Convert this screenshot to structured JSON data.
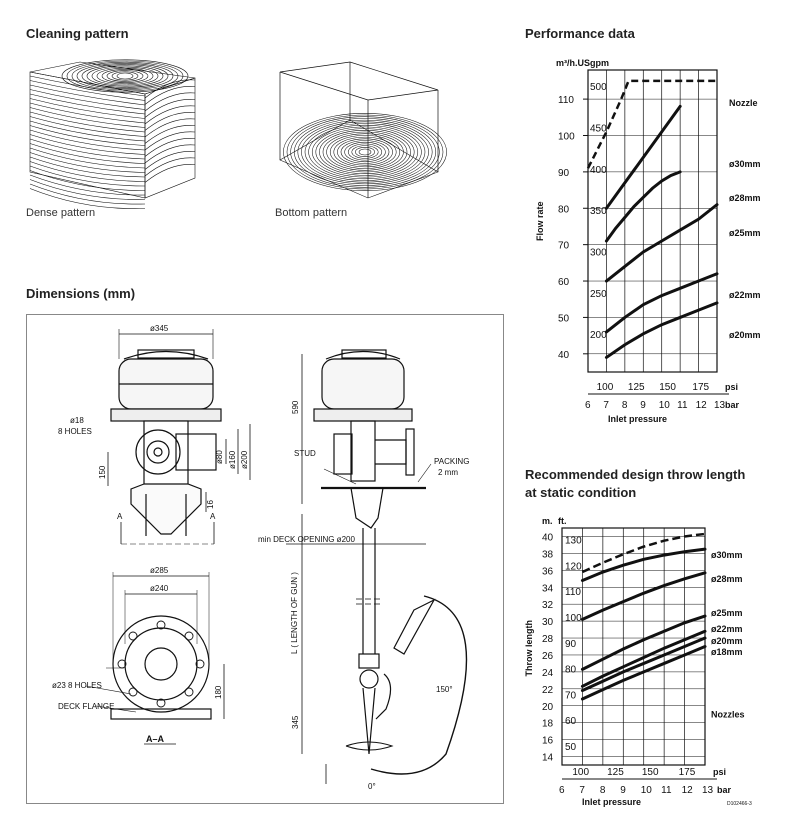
{
  "sections": {
    "cleaning_pattern": "Cleaning pattern",
    "dense_caption": "Dense pattern",
    "bottom_caption": "Bottom pattern",
    "dimensions": "Dimensions (mm)",
    "performance": "Performance data",
    "throw_line1": "Recommended design throw length",
    "throw_line2": "at static condition"
  },
  "drawing": {
    "d345": "ø345",
    "holes18a": "ø18",
    "holes18b": "8 HOLES",
    "d80": "ø80",
    "d160": "ø160",
    "d200": "ø200",
    "h150": "150",
    "h16": "16",
    "a_left": "A",
    "a_right": "A",
    "d285": "ø285",
    "d240": "ø240",
    "holes23": "ø23 8 HOLES",
    "deck_flange": "DECK FLANGE",
    "h180": "180",
    "aa": "A–A",
    "h590": "590",
    "stud": "STUD",
    "packing1": "PACKING",
    "packing2": "2 mm",
    "deck_opening": "min DECK OPENING ø200",
    "length": "L ( LENGTH OF GUN )",
    "h345": "345",
    "angle150": "150°",
    "angle0": "0°"
  },
  "chart_data": [
    {
      "type": "line",
      "title": "Performance data",
      "ylabel": "Flow rate",
      "yunit": "m³/h.USgpm",
      "xlabel": "Inlet pressure",
      "legend_title": "Nozzle",
      "bar_ticks": [
        "6",
        "7",
        "8",
        "9",
        "10",
        "11",
        "12",
        "13"
      ],
      "psi_ticks": [
        "100",
        "125",
        "150",
        "175"
      ],
      "m3h_ticks": [
        "40",
        "50",
        "60",
        "70",
        "80",
        "90",
        "100",
        "110"
      ],
      "gpm_ticks": [
        "200",
        "250",
        "300",
        "350",
        "400",
        "450",
        "500"
      ],
      "xlim_bar": [
        6,
        13
      ],
      "ylim_m3h": [
        35,
        118
      ],
      "series": [
        {
          "name": "ø30mm",
          "x": [
            7,
            7.5,
            8,
            8.5,
            9,
            9.5,
            10,
            10.5,
            11
          ],
          "y": [
            80,
            83.5,
            87,
            90.5,
            94,
            97.5,
            101,
            104.5,
            108
          ]
        },
        {
          "name": "ø28mm",
          "x": [
            7,
            7.5,
            8,
            8.5,
            9,
            9.5,
            10,
            10.5,
            11
          ],
          "y": [
            71,
            74.5,
            77.5,
            80.5,
            83,
            85.5,
            87.5,
            89,
            90
          ]
        },
        {
          "name": "ø25mm",
          "x": [
            7,
            8,
            9,
            10,
            11,
            12,
            13
          ],
          "y": [
            60,
            64,
            68,
            71,
            74,
            77,
            81
          ]
        },
        {
          "name": "ø22mm",
          "x": [
            7,
            8,
            9,
            10,
            11,
            12,
            13
          ],
          "y": [
            46,
            50,
            53.5,
            56,
            58,
            60,
            62
          ]
        },
        {
          "name": "ø20mm",
          "x": [
            7,
            8,
            9,
            10,
            11,
            12,
            13
          ],
          "y": [
            39,
            42.5,
            45.5,
            48,
            50,
            52,
            54
          ]
        }
      ],
      "dashed_max": {
        "x": [
          6,
          7,
          7.8,
          8.2,
          13
        ],
        "y": [
          91,
          101,
          110,
          115,
          115
        ]
      }
    },
    {
      "type": "line",
      "title": "Recommended design throw length at static condition",
      "ylabel": "Throw length",
      "yunit_left": "m.",
      "yunit_right": "ft.",
      "xlabel": "Inlet pressure",
      "legend_title": "Nozzles",
      "bar_ticks": [
        "6",
        "7",
        "8",
        "9",
        "10",
        "11",
        "12",
        "13"
      ],
      "bar_unit": "bar",
      "psi_ticks": [
        "100",
        "125",
        "150",
        "175"
      ],
      "psi_unit": "psi",
      "m_ticks": [
        "14",
        "16",
        "18",
        "20",
        "22",
        "24",
        "26",
        "28",
        "30",
        "32",
        "34",
        "36",
        "38",
        "40"
      ],
      "ft_ticks": [
        "50",
        "60",
        "70",
        "80",
        "90",
        "100",
        "110",
        "120",
        "130"
      ],
      "ylim_m": [
        13,
        41
      ],
      "series": [
        {
          "name": "ø30mm",
          "x": [
            7,
            8,
            9,
            10,
            11,
            12,
            13
          ],
          "y": [
            34.8,
            35.8,
            36.6,
            37.3,
            37.8,
            38.2,
            38.5
          ]
        },
        {
          "name": "ø28mm",
          "x": [
            7,
            8,
            9,
            10,
            11,
            12,
            13
          ],
          "y": [
            30.2,
            31.3,
            32.3,
            33.3,
            34.2,
            35,
            35.7
          ]
        },
        {
          "name": "ø25mm",
          "x": [
            7,
            8,
            9,
            10,
            11,
            12,
            13
          ],
          "y": [
            24.3,
            25.5,
            26.7,
            27.8,
            28.8,
            29.8,
            30.6
          ]
        },
        {
          "name": "ø22mm",
          "x": [
            7,
            8,
            9,
            10,
            11,
            12,
            13
          ],
          "y": [
            22.3,
            23.5,
            24.6,
            25.7,
            26.8,
            27.8,
            28.8
          ]
        },
        {
          "name": "ø20mm",
          "x": [
            7,
            8,
            9,
            10,
            11,
            12,
            13
          ],
          "y": [
            21.8,
            22.9,
            24,
            25,
            26,
            27,
            28
          ]
        },
        {
          "name": "ø18mm",
          "x": [
            7,
            8,
            9,
            10,
            11,
            12,
            13
          ],
          "y": [
            20.8,
            21.9,
            23,
            24,
            25,
            26,
            27
          ]
        }
      ],
      "dashed_max": {
        "x": [
          7,
          8,
          9,
          10,
          11,
          12,
          13
        ],
        "y": [
          35.8,
          36.9,
          37.9,
          38.8,
          39.5,
          40,
          40.3
        ]
      },
      "footnote": "D102466-3"
    }
  ]
}
